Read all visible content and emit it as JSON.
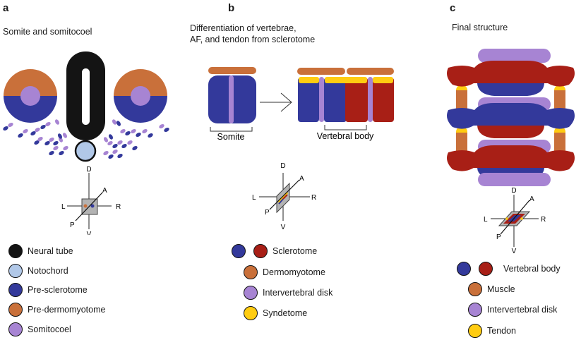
{
  "colors": {
    "neural_tube": "#141414",
    "notochord": "#b1c8e8",
    "sclerotome_blue": "#33399b",
    "sclerotome_red": "#a81f16",
    "dermomyotome": "#c9703a",
    "somitocoel": "#a784d3",
    "syndetome": "#ffcc11",
    "axis_box": "#b3b3b3"
  },
  "panel_a": {
    "letter": "a",
    "title": "Somite and somitocoel",
    "axes": {
      "d": "D",
      "v": "V",
      "l": "L",
      "r": "R",
      "a": "A",
      "p": "P"
    },
    "legend": [
      {
        "label": "Neural tube",
        "color": "#141414"
      },
      {
        "label": "Notochord",
        "color": "#b1c8e8"
      },
      {
        "label": "Pre-sclerotome",
        "color": "#33399b"
      },
      {
        "label": "Pre-dermomyotome",
        "color": "#c9703a"
      },
      {
        "label": "Somitocoel",
        "color": "#a784d3"
      }
    ]
  },
  "panel_b": {
    "letter": "b",
    "title_line1": "Differentiation of vertebrae,",
    "title_line2": "AF, and tendon from sclerotome",
    "somite_label": "Somite",
    "vertebral_body_label": "Vertebral body",
    "axes": {
      "d": "D",
      "v": "V",
      "l": "L",
      "r": "R",
      "a": "A",
      "p": "P"
    },
    "legend": [
      {
        "label": "Sclerotome",
        "colors": [
          "#33399b",
          "#a81f16"
        ]
      },
      {
        "label": "Dermomyotome",
        "colors": [
          "#c9703a"
        ]
      },
      {
        "label": "Intervertebral disk",
        "colors": [
          "#a784d3"
        ]
      },
      {
        "label": "Syndetome",
        "colors": [
          "#ffcc11"
        ]
      }
    ]
  },
  "panel_c": {
    "letter": "c",
    "title": "Final structure",
    "axes": {
      "d": "D",
      "v": "V",
      "l": "L",
      "r": "R",
      "a": "A",
      "p": "P"
    },
    "legend": [
      {
        "label": "Vertebral body",
        "colors": [
          "#33399b",
          "#a81f16"
        ]
      },
      {
        "label": "Muscle",
        "colors": [
          "#c9703a"
        ]
      },
      {
        "label": "Intervertebral disk",
        "colors": [
          "#a784d3"
        ]
      },
      {
        "label": "Tendon",
        "colors": [
          "#ffcc11"
        ]
      }
    ]
  }
}
